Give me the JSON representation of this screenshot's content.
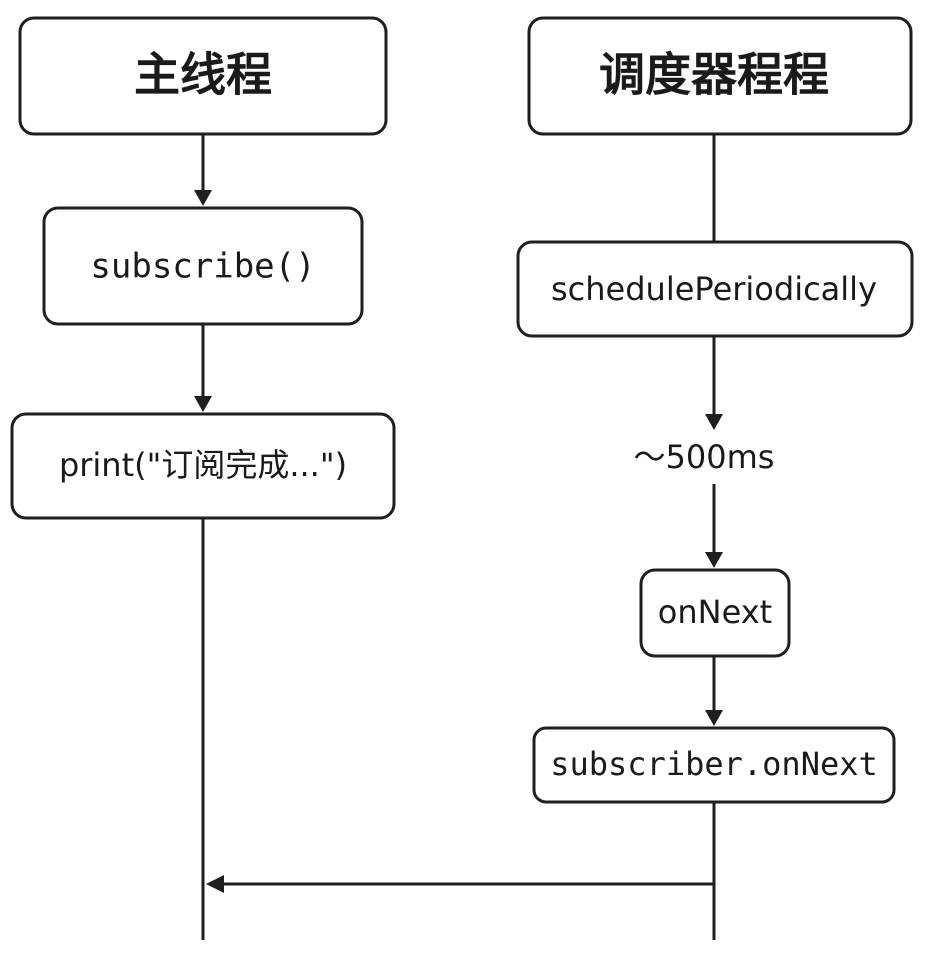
{
  "main_thread": {
    "title": "主线程",
    "steps": {
      "subscribe": "subscribe()",
      "print": "print(\"订阅完成...\")"
    }
  },
  "scheduler_thread": {
    "title": "调度器程程",
    "steps": {
      "schedule": "schedulePeriodically",
      "delay": "～500ms",
      "on_next": "onNext",
      "subscriber_on_next": "subscriber.onNext"
    }
  }
}
